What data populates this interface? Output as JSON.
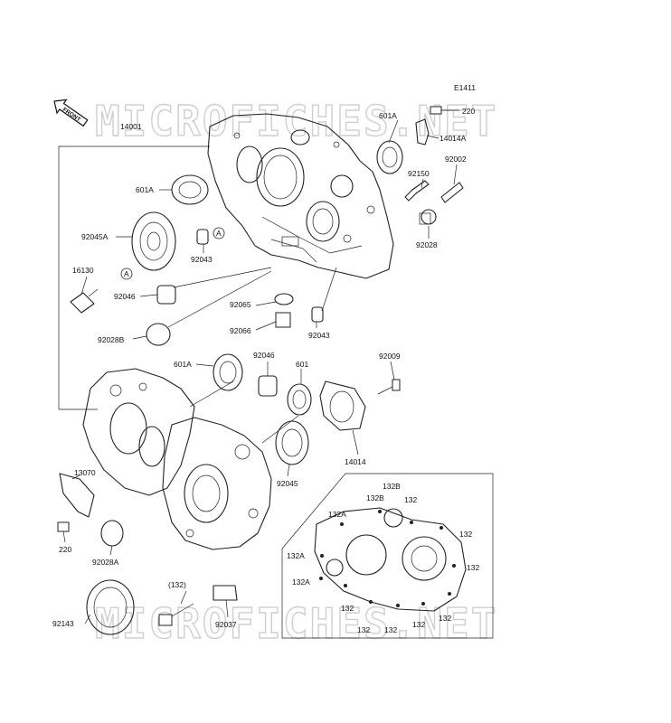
{
  "diagram": {
    "code": "E1411",
    "front_label": "FRONT",
    "watermark": "MICROFICHES.NET",
    "labels": {
      "p14001": "14001",
      "p601A_top": "601A",
      "p601A_left": "601A",
      "p601A_mid": "601A",
      "p601": "601",
      "p220_top": "220",
      "p220_bottom": "220",
      "p14014A": "14014A",
      "p92150": "92150",
      "p92002": "92002",
      "p92028": "92028",
      "p92045A": "92045A",
      "p92045": "92045",
      "p92043_a": "92043",
      "p92043_b": "92043",
      "p16130": "16130",
      "p92046_a": "92046",
      "p92046_b": "92046",
      "p92065": "92065",
      "p92066": "92066",
      "p92028B": "92028B",
      "p92028A": "92028A",
      "p92009": "92009",
      "p14014": "14014",
      "p13070": "13070",
      "p92143": "92143",
      "p132_paren": "(132)",
      "p92037": "92037",
      "ref_a1": "A",
      "ref_a2": "A",
      "p132B_1": "132B",
      "p132B_2": "132B",
      "p132_1": "132",
      "p132A_1": "132A",
      "p132_2": "132",
      "p132A_2": "132A",
      "p132_3": "132",
      "p132A_3": "132A",
      "p132_4": "132",
      "p132_5": "132",
      "p132_6": "132",
      "p132_7": "132",
      "p132_8": "132"
    }
  }
}
